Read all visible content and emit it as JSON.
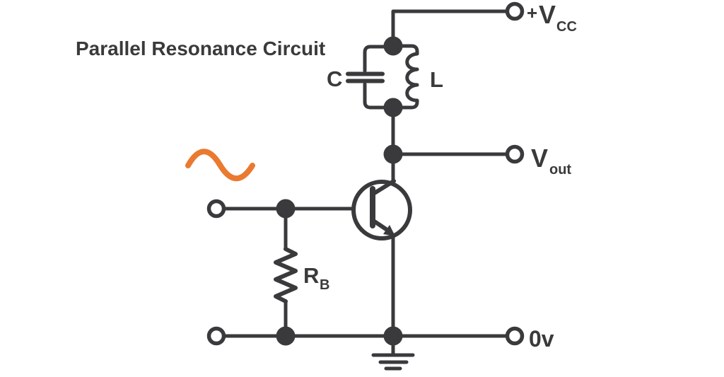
{
  "title": "Parallel Resonance Circuit",
  "colors": {
    "ink": "#3A3A3C",
    "signal_wave": "#E97A30",
    "background": "#FFFFFF"
  },
  "labels": {
    "capacitor": "C",
    "inductor": "L",
    "resistor": {
      "main": "R",
      "sub": "B"
    },
    "supply": {
      "plus": "+",
      "main": "V",
      "sub": "CC"
    },
    "output": {
      "main": "V",
      "sub": "out"
    },
    "ground_rail": "0v"
  }
}
